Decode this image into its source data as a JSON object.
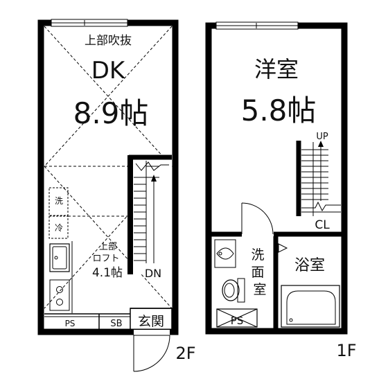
{
  "floor2": {
    "void_label": "上部吹抜",
    "room_name": "DK",
    "room_size": "8.9帖",
    "washer_label": "洗",
    "fridge_label": "冷",
    "loft_line1": "上部",
    "loft_line2": "ロフト",
    "loft_size": "4.1帖",
    "stair_label": "DN",
    "ps_label": "PS",
    "sb_label": "SB",
    "entrance_label": "玄関",
    "floor_label": "2F"
  },
  "floor1": {
    "room_name": "洋室",
    "room_size": "5.8帖",
    "stair_label": "UP",
    "closet_label": "CL",
    "washroom_label": "洗\n面\n室",
    "bath_label": "浴室",
    "ps_label": "PS",
    "floor_label": "1F"
  }
}
